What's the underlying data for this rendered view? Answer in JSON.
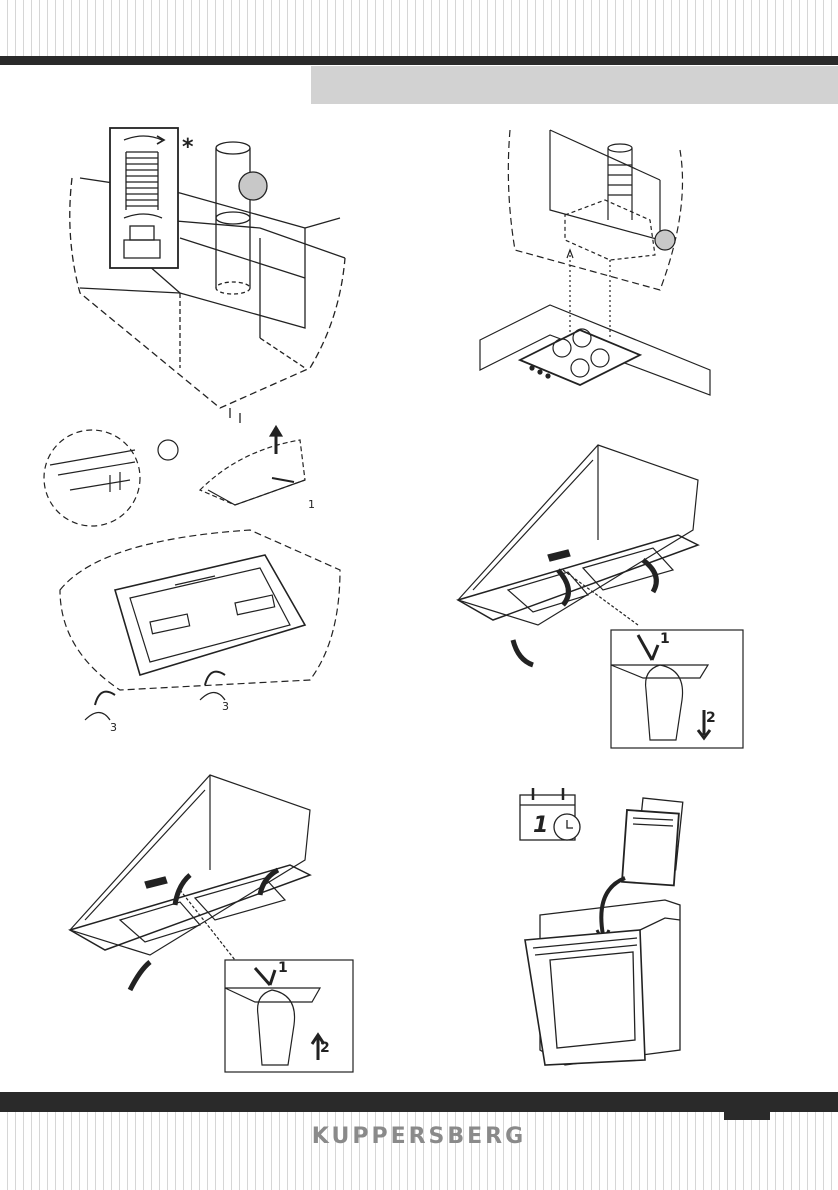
{
  "brand": {
    "name": "KUPPERSBERG"
  },
  "colors": {
    "dark_bar": "#2a2a2a",
    "header_grey": "#d2d2d2",
    "logo_grey": "#8a8a8a",
    "line": "#222222"
  },
  "figures": {
    "duct_install": {
      "asterisk": "*"
    },
    "mount_detail": {
      "step_1": "1",
      "step_3a": "3",
      "step_3b": "3"
    },
    "filter_removal": {
      "step_1": "1",
      "step_2": "2"
    },
    "filter_install": {
      "step_1": "1",
      "step_2": "2"
    },
    "calendar": {
      "day": "1"
    }
  },
  "icons": [
    "calendar-icon",
    "clock-icon",
    "arrow-up-icon",
    "rotation-icon",
    "hand-icon",
    "dishwasher-icon"
  ]
}
